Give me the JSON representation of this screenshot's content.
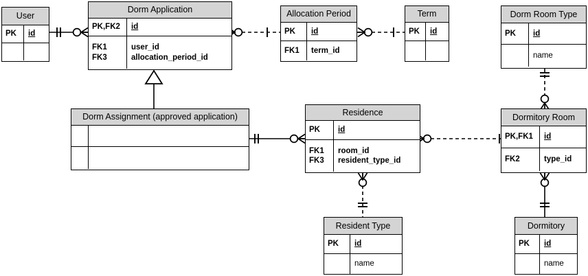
{
  "diagram": {
    "type": "entity-relationship-diagram",
    "notation": "crows-foot-IE",
    "header_fill": "#d4d4d4",
    "line_color": "#000000",
    "background": "#ffffff"
  },
  "entities": [
    {
      "id": "user",
      "title": "User",
      "rows": [
        {
          "key": "PK",
          "attrs": [
            {
              "text": "id",
              "style": "pk"
            }
          ]
        },
        {
          "key": "",
          "attrs": [
            {
              "text": "",
              "style": "blank"
            }
          ]
        }
      ]
    },
    {
      "id": "dorm_application",
      "title": "Dorm Application",
      "rows": [
        {
          "key": "PK,FK2",
          "attrs": [
            {
              "text": "id",
              "style": "pk"
            }
          ]
        },
        {
          "key": "FK1\nFK3",
          "attrs": [
            {
              "text": "user_id",
              "style": "fk"
            },
            {
              "text": "allocation_period_id",
              "style": "fk"
            }
          ]
        }
      ]
    },
    {
      "id": "allocation_period",
      "title": "Allocation Period",
      "rows": [
        {
          "key": "PK",
          "attrs": [
            {
              "text": "id",
              "style": "pk"
            }
          ]
        },
        {
          "key": "FK1",
          "attrs": [
            {
              "text": "term_id",
              "style": "fk"
            }
          ]
        }
      ]
    },
    {
      "id": "term",
      "title": "Term",
      "rows": [
        {
          "key": "PK",
          "attrs": [
            {
              "text": "id",
              "style": "pk"
            }
          ]
        },
        {
          "key": "",
          "attrs": [
            {
              "text": "",
              "style": "blank"
            }
          ]
        }
      ]
    },
    {
      "id": "dorm_room_type",
      "title": "Dorm Room Type",
      "rows": [
        {
          "key": "PK",
          "attrs": [
            {
              "text": "id",
              "style": "pk"
            }
          ]
        },
        {
          "key": "",
          "attrs": [
            {
              "text": "name",
              "style": "plain"
            }
          ]
        }
      ]
    },
    {
      "id": "dorm_assignment",
      "title": "Dorm Assignment (approved application)",
      "rows": [
        {
          "key": "",
          "attrs": [
            {
              "text": "",
              "style": "blank"
            }
          ]
        },
        {
          "key": "",
          "attrs": [
            {
              "text": "",
              "style": "blank"
            }
          ]
        }
      ]
    },
    {
      "id": "residence",
      "title": "Residence",
      "rows": [
        {
          "key": "PK",
          "attrs": [
            {
              "text": "id",
              "style": "pk"
            }
          ]
        },
        {
          "key": "FK1\nFK3",
          "attrs": [
            {
              "text": "room_id",
              "style": "fk"
            },
            {
              "text": "resident_type_id",
              "style": "fk"
            }
          ]
        }
      ]
    },
    {
      "id": "dormitory_room",
      "title": "Dormitory Room",
      "rows": [
        {
          "key": "PK,FK1",
          "attrs": [
            {
              "text": "id",
              "style": "pk"
            }
          ]
        },
        {
          "key": "FK2",
          "attrs": [
            {
              "text": "type_id",
              "style": "fk"
            }
          ]
        }
      ]
    },
    {
      "id": "resident_type",
      "title": "Resident Type",
      "rows": [
        {
          "key": "PK",
          "attrs": [
            {
              "text": "id",
              "style": "pk"
            }
          ]
        },
        {
          "key": "",
          "attrs": [
            {
              "text": "name",
              "style": "plain"
            }
          ]
        }
      ]
    },
    {
      "id": "dormitory",
      "title": "Dormitory",
      "rows": [
        {
          "key": "PK",
          "attrs": [
            {
              "text": "id",
              "style": "pk"
            }
          ]
        },
        {
          "key": "",
          "attrs": [
            {
              "text": "name",
              "style": "plain"
            }
          ]
        }
      ]
    }
  ],
  "relationships": [
    {
      "from": "user",
      "to": "dorm_application",
      "line": "solid",
      "from_card": "one-and-only-one",
      "to_card": "zero-or-many"
    },
    {
      "from": "dorm_application",
      "to": "allocation_period",
      "line": "dashed",
      "from_card": "zero-or-many",
      "to_card": "one"
    },
    {
      "from": "allocation_period",
      "to": "term",
      "line": "dashed",
      "from_card": "zero-or-many",
      "to_card": "one"
    },
    {
      "from": "dorm_assignment",
      "to": "residence",
      "line": "solid",
      "from_card": "one-and-only-one",
      "to_card": "zero-or-many"
    },
    {
      "from": "residence",
      "to": "dormitory_room",
      "line": "dashed",
      "from_card": "zero-or-many",
      "to_card": "one"
    },
    {
      "from": "dorm_room_type",
      "to": "dormitory_room",
      "line": "dashed",
      "from_card": "one-and-only-one",
      "to_card": "zero-or-many"
    },
    {
      "from": "residence",
      "to": "resident_type",
      "line": "dashed",
      "from_card": "zero-or-many",
      "to_card": "one-and-only-one"
    },
    {
      "from": "dormitory_room",
      "to": "dormitory",
      "line": "solid",
      "from_card": "zero-or-many",
      "to_card": "one-and-only-one"
    },
    {
      "from": "dorm_assignment",
      "to": "dorm_application",
      "line": "inheritance",
      "from_card": "",
      "to_card": ""
    }
  ]
}
